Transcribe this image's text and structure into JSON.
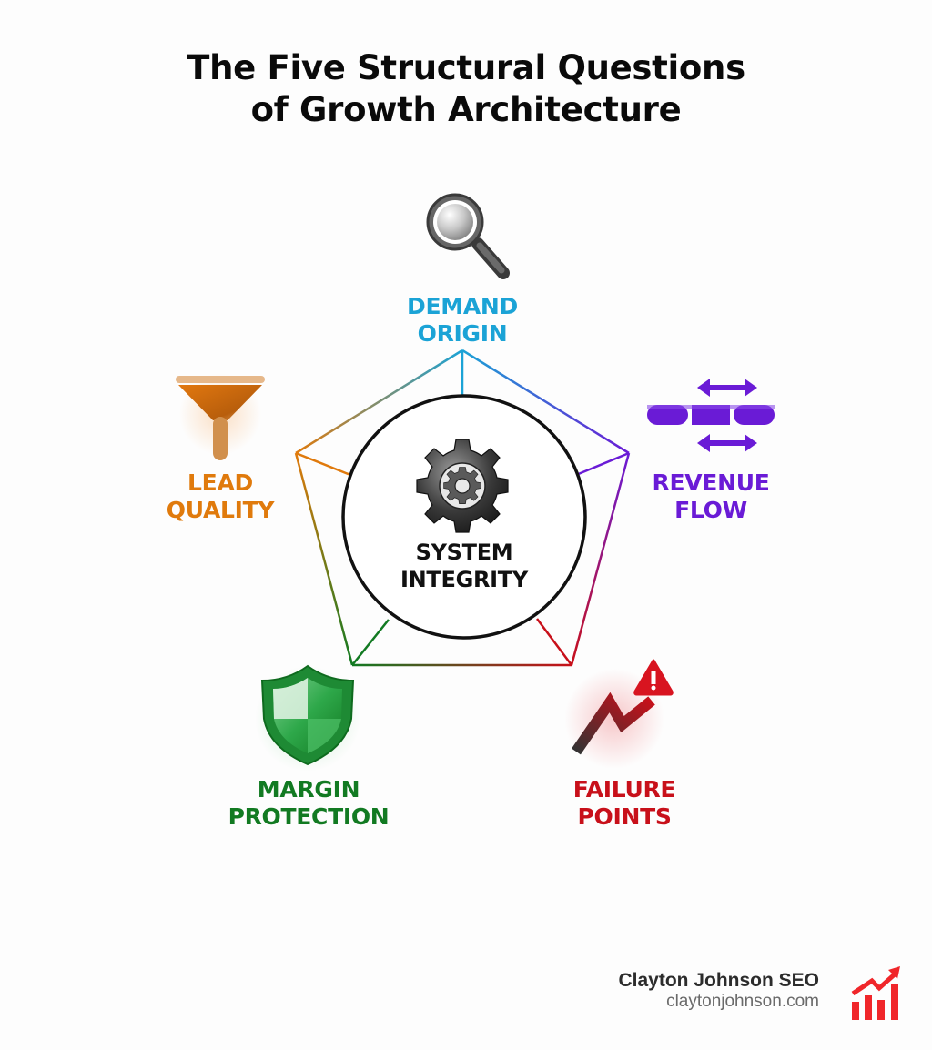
{
  "title": {
    "line1": "The Five Structural Questions",
    "line2": "of Growth Architecture"
  },
  "center": {
    "icon": "gear-icon",
    "line1": "SYSTEM",
    "line2": "INTEGRITY",
    "color": "#111111"
  },
  "nodes": [
    {
      "id": "demand-origin",
      "icon": "magnifying-glass-icon",
      "line1": "DEMAND",
      "line2": "ORIGIN",
      "color": "#1ba3d6"
    },
    {
      "id": "revenue-flow",
      "icon": "bidirectional-flow-icon",
      "line1": "REVENUE",
      "line2": "FLOW",
      "color": "#6a1bd6"
    },
    {
      "id": "failure-points",
      "icon": "broken-trend-warning-icon",
      "line1": "FAILURE",
      "line2": "POINTS",
      "color": "#c8101a"
    },
    {
      "id": "margin-protection",
      "icon": "shield-icon",
      "line1": "MARGIN",
      "line2": "PROTECTION",
      "color": "#127a22"
    },
    {
      "id": "lead-quality",
      "icon": "funnel-icon",
      "line1": "LEAD",
      "line2": "QUALITY",
      "color": "#e07a0c"
    }
  ],
  "brand": {
    "name": "Clayton Johnson SEO",
    "url": "claytonjohnson.com",
    "icon": "growth-chart-icon",
    "color": "#f0262a"
  }
}
